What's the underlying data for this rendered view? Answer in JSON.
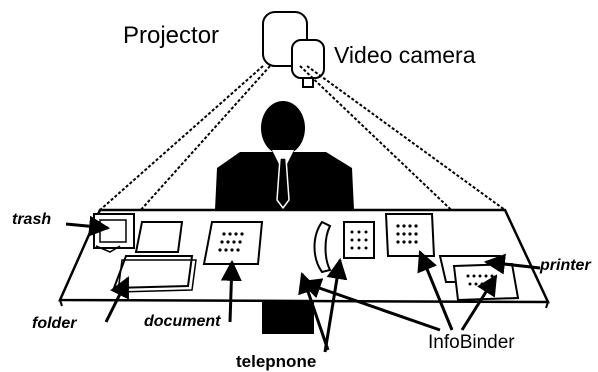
{
  "labels": {
    "projector": "Projector",
    "video_camera": "Video camera",
    "trash": "trash",
    "printer": "printer",
    "folder": "folder",
    "document": "document",
    "telephone": "telepnone",
    "infobinder": "InfoBinder"
  },
  "colors": {
    "ink": "#000000",
    "paper": "#ffffff"
  }
}
